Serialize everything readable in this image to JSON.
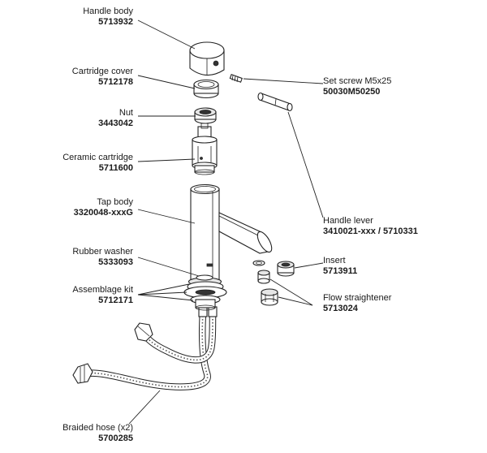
{
  "parts": [
    {
      "key": "handle_body",
      "name": "Handle body",
      "number": "5713932"
    },
    {
      "key": "cartridge_cover",
      "name": "Cartridge cover",
      "number": "5712178"
    },
    {
      "key": "nut",
      "name": "Nut",
      "number": "3443042"
    },
    {
      "key": "ceramic_cartridge",
      "name": "Ceramic cartridge",
      "number": "5711600"
    },
    {
      "key": "tap_body",
      "name": "Tap body",
      "number": "3320048-xxxG"
    },
    {
      "key": "rubber_washer",
      "name": "Rubber washer",
      "number": "5333093"
    },
    {
      "key": "assemblage_kit",
      "name": "Assemblage kit",
      "number": "5712171"
    },
    {
      "key": "braided_hose",
      "name": "Braided hose (x2)",
      "number": "5700285"
    },
    {
      "key": "set_screw",
      "name": "Set screw M5x25",
      "number": "50030M50250"
    },
    {
      "key": "handle_lever",
      "name": "Handle lever",
      "number": "3410021-xxx / 5710331"
    },
    {
      "key": "insert",
      "name": "Insert",
      "number": "5713911"
    },
    {
      "key": "flow_straightener",
      "name": "Flow straightener",
      "number": "5713024"
    }
  ]
}
